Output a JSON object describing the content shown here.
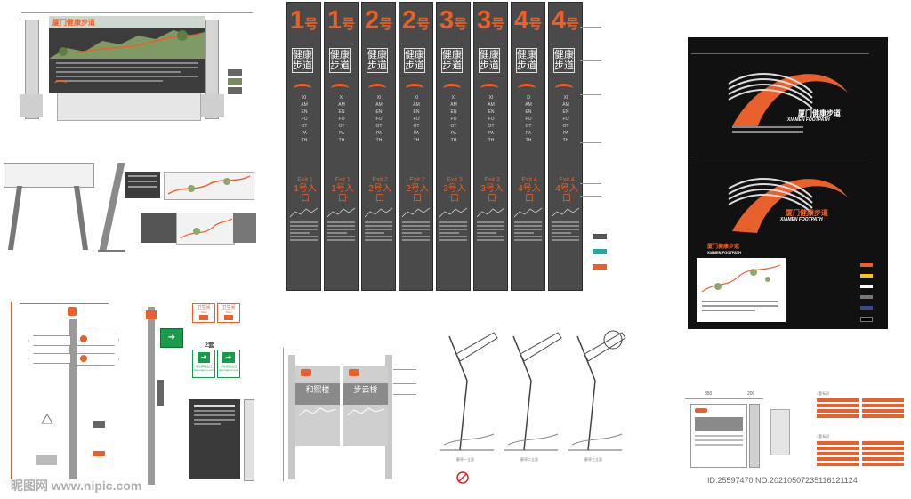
{
  "top_left_board": {
    "title": "厦门健康步道"
  },
  "pillars": [
    {
      "num": "1",
      "hao": "号",
      "title": "健康步道",
      "vertical": "XIAMEN FOOTPATH",
      "exit": "Exit 1",
      "entrance": "1号入口"
    },
    {
      "num": "1",
      "hao": "号",
      "title": "健康步道",
      "vertical": "XIAMEN FOOTPATH",
      "exit": "Exit 1",
      "entrance": "1号入口"
    },
    {
      "num": "2",
      "hao": "号",
      "title": "健康步道",
      "vertical": "XIAMEN FOOTPATH",
      "exit": "Exit 2",
      "entrance": "2号入口"
    },
    {
      "num": "2",
      "hao": "号",
      "title": "健康步道",
      "vertical": "XIAMEN FOOTPATH",
      "exit": "Exit 2",
      "entrance": "2号入口"
    },
    {
      "num": "3",
      "hao": "号",
      "title": "健康步道",
      "vertical": "XIAMEN FOOTPATH",
      "exit": "Exit 3",
      "entrance": "3号入口"
    },
    {
      "num": "3",
      "hao": "号",
      "title": "健康步道",
      "vertical": "XIAMEN FOOTPATH",
      "exit": "Exit 3",
      "entrance": "3号入口"
    },
    {
      "num": "4",
      "hao": "号",
      "title": "健康步道",
      "vertical": "XIAMEN FOOTPATH",
      "exit": "Exit 4",
      "entrance": "4号入口"
    },
    {
      "num": "4",
      "hao": "号",
      "title": "健康步道",
      "vertical": "XIAMEN FOOTPATH",
      "exit": "Exit 4",
      "entrance": "4号入口"
    }
  ],
  "black_panel": {
    "logo_cn": "厦门健康步道",
    "logo_en": "XIAMEN FOOTPATH",
    "board_title": "厦门健康步道",
    "board_en": "XIAMEN FOOTPATH",
    "colors": [
      "#e8612c",
      "#f5c518",
      "#ffffff",
      "#777777",
      "#3a4a8a",
      "#000000"
    ]
  },
  "wayfinding": {
    "toilet_label": "卫生间",
    "toilet_label_en": "Toilet",
    "exit_label": "紧急疏散出口",
    "exit_en": "Emergency exit",
    "set_label": "2套"
  },
  "signpost_boards": {
    "left": "和熙楼",
    "right": "步云桥"
  },
  "canopy_labels": {
    "a": "廊亭一立面",
    "b": "廊亭二立面",
    "c": "廊亭三立面"
  },
  "small_board_dims": {
    "w1": "850",
    "w2": "200"
  },
  "arrow_panel_labels": {
    "top": "1套标识",
    "bottom": "2套标识"
  },
  "watermark": {
    "left": "昵图网 www.nipic.com",
    "right": "ID:25597470 NO:20210507235116121124"
  },
  "theme": {
    "orange": "#e8612c",
    "dark": "#3c3c3c",
    "green": "#1a9a4a"
  }
}
